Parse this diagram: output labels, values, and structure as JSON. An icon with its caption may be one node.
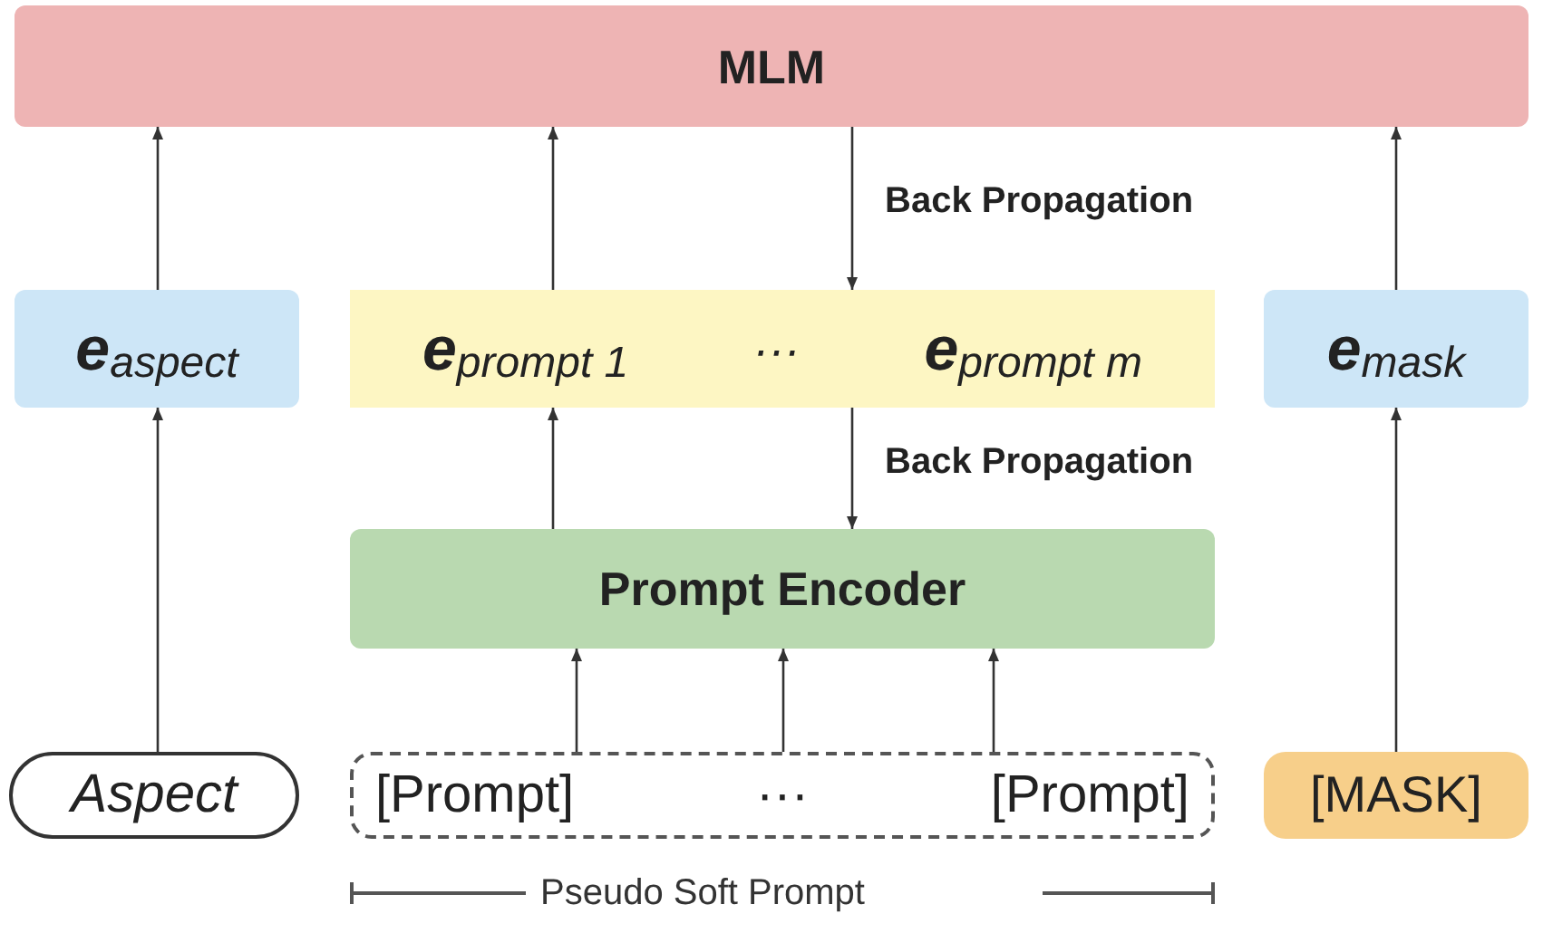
{
  "diagram": {
    "nodes": [
      {
        "text": [
          "MLM"
        ]
      },
      {
        "text": [
          "**e**$_{aspect}$"
        ]
      },
      {
        "text": [
          "**e**$_{prompt 1}$",
          "···",
          "**e**$_{prompt m}$"
        ]
      },
      {
        "text": [
          "**e**$_{mask}$"
        ]
      },
      {
        "text": [
          "Prompt Encoder"
        ]
      },
      {
        "text": [
          "Aspect"
        ]
      },
      {
        "text": [
          "[Prompt]",
          "···",
          "[Prompt]"
        ]
      },
      {
        "text": [
          "[MASK]"
        ]
      }
    ],
    "edges": [
      {
        "from": 5,
        "to": 1,
        "arrow": "to"
      },
      {
        "from": 1,
        "to": 0,
        "arrow": "to"
      },
      {
        "from": 2,
        "to": 0,
        "arrow": "to"
      },
      {
        "from": 0,
        "to": 2,
        "arrow": "to",
        "label": "Back Propagation"
      },
      {
        "from": 2,
        "to": 4,
        "arrow": "to",
        "label": "Back Propagation"
      },
      {
        "from": 4,
        "to": 2,
        "arrow": "to"
      },
      {
        "from": 6,
        "to": 4,
        "arrow": "to"
      },
      {
        "from": 6,
        "to": 4,
        "arrow": "to"
      },
      {
        "from": 6,
        "to": 4,
        "arrow": "to"
      },
      {
        "from": 7,
        "to": 3,
        "arrow": "to"
      },
      {
        "from": 3,
        "to": 0,
        "arrow": "to"
      }
    ],
    "labels": [
      "Pseudo Soft Prompt"
    ]
  }
}
